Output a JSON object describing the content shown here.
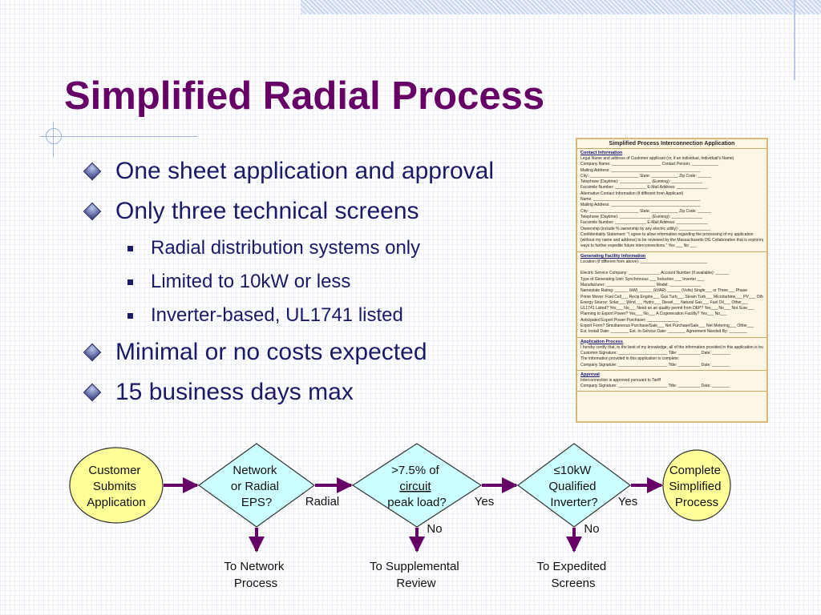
{
  "slide": {
    "title": "Simplified Radial Process",
    "bullets": [
      {
        "text": "One sheet application and approval",
        "level": 1
      },
      {
        "text": "Only three technical screens",
        "level": 1
      },
      {
        "text": "Radial distribution systems only",
        "level": 2
      },
      {
        "text": "Limited to 10kW or less",
        "level": 2
      },
      {
        "text": "Inverter-based, UL1741 listed",
        "level": 2
      },
      {
        "text": "Minimal or no costs expected",
        "level": 1
      },
      {
        "text": "15  business days max",
        "level": 1
      }
    ]
  },
  "form": {
    "title": "Simplified Process Interconnection Application",
    "sections": [
      {
        "heading": "Contact Information",
        "rows": [
          "Legal Name and address of Customer applicant (or, if an individual, Individual's Name)",
          "Company Name: ______________________ Contact Person: ____________",
          "Mailing Address: ________________________________________",
          "City: ______________________ State: ____________ Zip Code: ______",
          "Telephone (Daytime): ______________ (Evening): ______________",
          "Facsimile Number: ______________ E-Mail Address: ______________",
          "Alternative Contact Information (if different from Applicant)",
          "Name: ________________________________________________",
          "Mailing Address: ________________________________________",
          "City: ______________________ State: ____________ Zip Code: ______",
          "Telephone (Daytime): ______________ (Evening): ______________",
          "Facsimile Number: ______________ E-Mail Address: ______________",
          "Ownership (include % ownership by any electric utility): ______________",
          "Confidentiality Statement: \"I agree to allow information regarding the processing of my application",
          "(without my name and address) to be reviewed by the Massachusetts DG Collaborative that is exploring",
          "ways to further expedite future interconnections.\" Yes ___ No ___"
        ]
      },
      {
        "heading": "Generating Facility Information",
        "rows": [
          "Location (if different from above): ______________________________",
          "",
          "Electric Service Company: ______________ Account Number (if available): ______",
          "Type of Generating Unit: Synchronous ___ Induction ___ Inverter ___",
          "Manufacturer: ______________________ Model: ______________",
          "Nameplate Rating: ______ (kW) ______ (kVAR) ______ (Volts) Single___ or Three___ Phase",
          "Prime Mover: Fuel Cell___ Recip Engine___ Gas Turb___ Steam Turb___ Microturbine___ PV___ Other___",
          "Energy Source: Solar___ Wind___ Hydro___ Diesel___ Natural Gas___ Fuel Oil___ Other___",
          "UL1741 Listed? Yes___ No___ Need an air quality permit from DEP? Yes___ No___ Not Sure___",
          "Planning to Export Power? Yes___ No___ A Cogeneration Facility? Yes___ No___",
          "Anticipated Export Power Purchaser: ______________",
          "Export Form? Simultaneous Purchase/Sale___ Net Purchase/Sale___ Net Metering___ Other___",
          "Est. Install Date: ________ Est. In-Service Date: ________ Agreement Needed By: ________"
        ]
      },
      {
        "heading": "Application Process",
        "rows": [
          "I hereby certify that, to the best of my knowledge, all of the information provided in this application is true:",
          "Customer Signature: ______________________ Title: __________ Date: ________",
          "The information provided in this application is complete:",
          "Company Signature: ______________________ Title: __________ Date: ________"
        ]
      },
      {
        "heading": "Approval",
        "rows": [
          "Interconnection is approved pursuant to Tariff",
          "Company Signature: ______________________ Title: __________ Date: ________"
        ]
      }
    ]
  },
  "flowchart": {
    "start": [
      "Customer",
      "Submits",
      "Application"
    ],
    "decision1": [
      "Network",
      "or Radial",
      "EPS?"
    ],
    "decision2": [
      ">7.5% of",
      "circuit",
      "peak load?"
    ],
    "decision3": [
      "≤10kW",
      "Qualified",
      "Inverter?"
    ],
    "end": [
      "Complete",
      "Simplified",
      "Process"
    ],
    "edge_radial": "Radial",
    "edge_yes1": "Yes",
    "edge_yes2": "Yes",
    "edge_no1": "No",
    "edge_no2": "No",
    "out1": [
      "To Network",
      "Process"
    ],
    "out2": [
      "To Supplemental",
      "Review"
    ],
    "out3": [
      "To Expedited",
      "Screens"
    ]
  },
  "colors": {
    "title": "#660066",
    "text": "#1a1a66",
    "node_fill": "#ffff99",
    "diamond_fill": "#ccffff",
    "arrow": "#660066"
  }
}
